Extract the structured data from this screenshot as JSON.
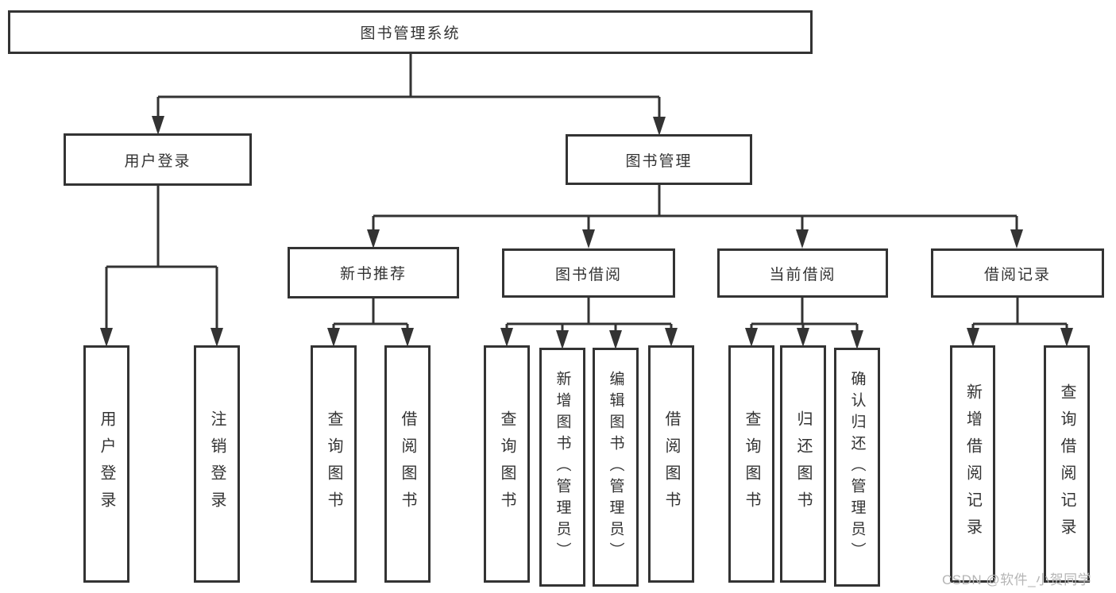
{
  "tree": {
    "root": {
      "label": "图书管理系统",
      "children": [
        {
          "label": "用户登录",
          "children": [
            {
              "label": "用户登录"
            },
            {
              "label": "注销登录"
            }
          ]
        },
        {
          "label": "图书管理",
          "children": [
            {
              "label": "新书推荐",
              "children": [
                {
                  "label": "查询图书"
                },
                {
                  "label": "借阅图书"
                }
              ]
            },
            {
              "label": "图书借阅",
              "children": [
                {
                  "label": "查询图书"
                },
                {
                  "label": "新增图书（管理员）"
                },
                {
                  "label": "编辑图书（管理员）"
                },
                {
                  "label": "借阅图书"
                }
              ]
            },
            {
              "label": "当前借阅",
              "children": [
                {
                  "label": "查询图书"
                },
                {
                  "label": "归还图书"
                },
                {
                  "label": "确认归还（管理员）"
                }
              ]
            },
            {
              "label": "借阅记录",
              "children": [
                {
                  "label": "新增借阅记录"
                },
                {
                  "label": "查询借阅记录"
                }
              ]
            }
          ]
        }
      ]
    }
  },
  "watermark": {
    "text": "CSDN @软件_小贺同学"
  },
  "colors": {
    "line": "#333333",
    "border": "#333333",
    "text": "#333333",
    "watermark": "#b5b5b5",
    "background": "#ffffff"
  }
}
